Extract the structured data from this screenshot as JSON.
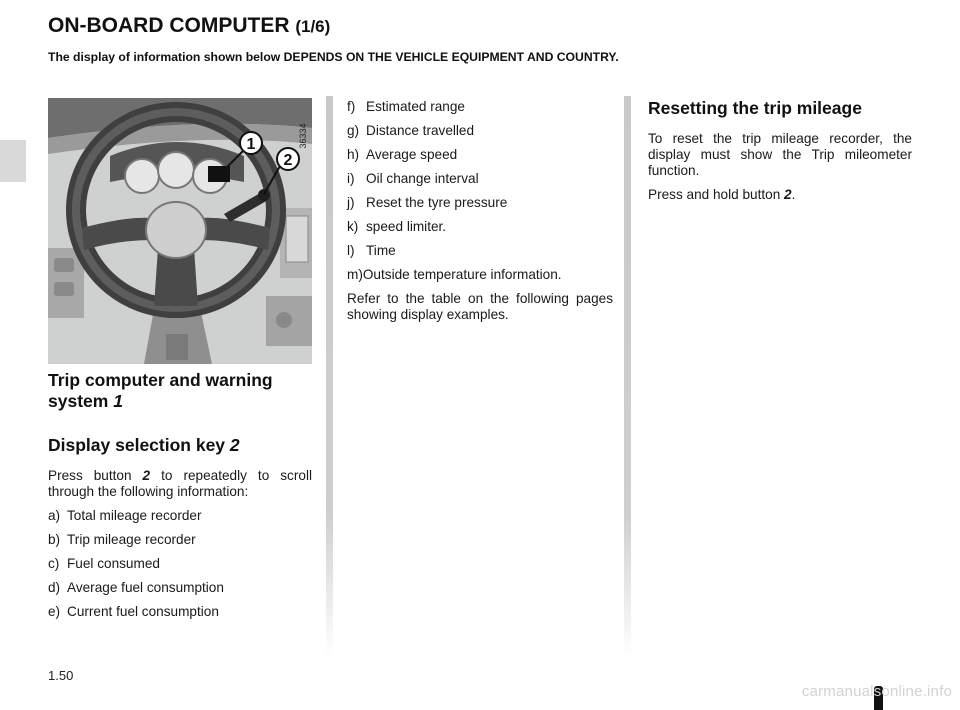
{
  "header": {
    "title": "ON-BOARD COMPUTER",
    "title_suffix": "(1/6)",
    "note": "The display of information shown below DEPENDS ON THE VEHICLE EQUIPMENT AND COUNTRY."
  },
  "figure": {
    "ref_number": "36334",
    "callout_1": "1",
    "callout_2": "2"
  },
  "col1": {
    "heading1": "Trip computer and warning system",
    "heading1_ref": "1",
    "heading2": "Display selection key",
    "heading2_ref": "2",
    "intro_before": "Press button",
    "intro_ref": "2",
    "intro_after": "to repeatedly to scroll through the following information:",
    "items": [
      {
        "label": "a)",
        "text": "Total mileage recorder"
      },
      {
        "label": "b)",
        "text": "Trip mileage recorder"
      },
      {
        "label": "c)",
        "text": "Fuel consumed"
      },
      {
        "label": "d)",
        "text": "Average fuel consumption"
      },
      {
        "label": "e)",
        "text": "Current fuel consumption"
      }
    ]
  },
  "col2": {
    "items": [
      {
        "label": "f)",
        "text": "Estimated range"
      },
      {
        "label": "g)",
        "text": "Distance travelled"
      },
      {
        "label": "h)",
        "text": "Average speed"
      },
      {
        "label": "i)",
        "text": "Oil change interval"
      },
      {
        "label": "j)",
        "text": "Reset the tyre pressure"
      },
      {
        "label": "k)",
        "text": "speed limiter."
      },
      {
        "label": "l)",
        "text": "Time"
      },
      {
        "label": "m)",
        "text": "Outside temperature information."
      }
    ],
    "footer": "Refer to the table on the following pages showing display examples."
  },
  "col3": {
    "heading": "Resetting the trip mileage",
    "para1": "To reset the trip mileage recorder, the display must show the Trip mileometer function.",
    "para2_before": "Press and hold button",
    "para2_ref": "2",
    "para2_after": "."
  },
  "footer": {
    "page_number": "1.50",
    "watermark": "carmanualsonline.info"
  }
}
